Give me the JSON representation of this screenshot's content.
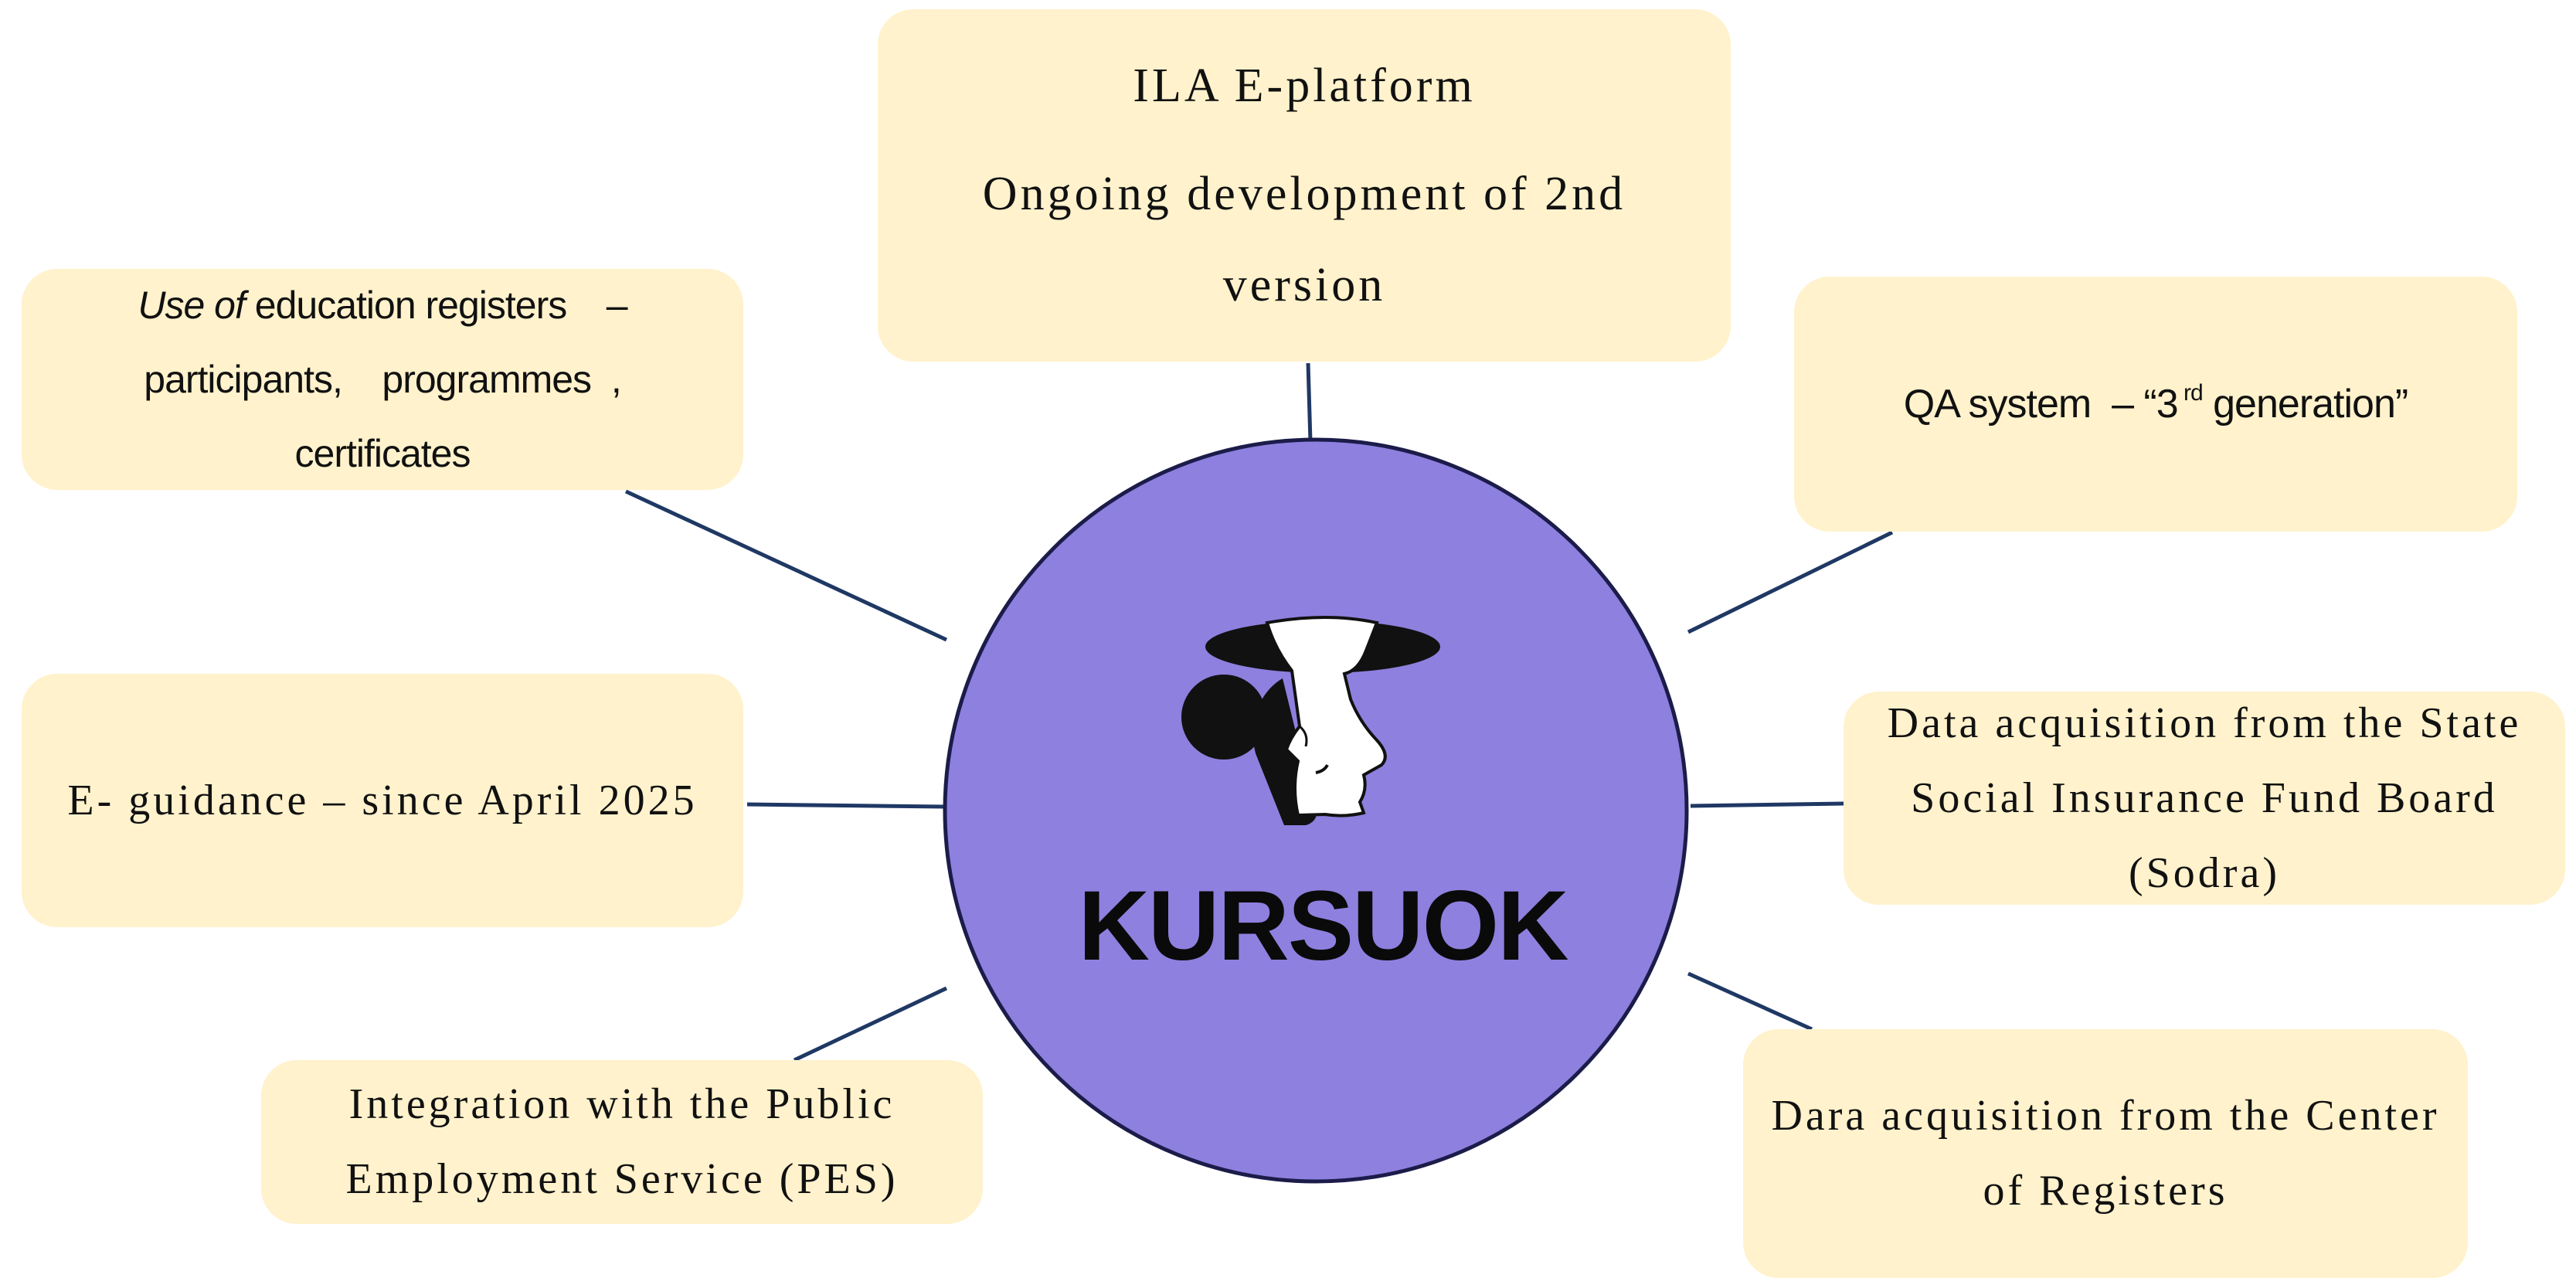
{
  "center": {
    "title": "KURSUOK",
    "logo_icon": "chef-with-hat-logo-icon",
    "fill_color": "#8e80df",
    "outline_color": "#1c1c4a"
  },
  "nodes": {
    "ila_platform": {
      "line1": "ILA E-platform",
      "line2": "Ongoing development of 2nd",
      "line3": "version"
    },
    "registers": {
      "line1_italic": "Use of",
      "line1_rest": " education registers    –",
      "line2": "participants,    programmes  ,",
      "line3": "certificates"
    },
    "qa_system": {
      "before_sup": "QA system  – “3",
      "sup": " rd",
      "after_sup": " generation”"
    },
    "e_guidance": {
      "text": "E- guidance – since April 2025"
    },
    "sodra": {
      "line1": "Data acquisition from the State",
      "line2": "Social Insurance Fund Board",
      "line3": "(Sodra)"
    },
    "pes": {
      "line1": "Integration with the Public",
      "line2": "Employment Service (PES)"
    },
    "registers_center": {
      "line1": "Dara acquisition from the Center",
      "line2": "of Registers"
    }
  },
  "colors": {
    "box_fill": "#fff2cc",
    "connector": "#1f3864",
    "text": "#111111"
  }
}
